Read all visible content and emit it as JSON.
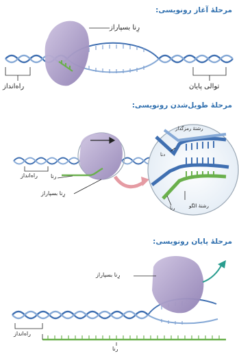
{
  "stages": [
    {
      "title": "مرحلهٔ آغاز رونویسی:",
      "labels": {
        "enzyme": "رِنا بسپاراز",
        "promoter": "راه‌انداز",
        "terminator": "توالی پایان"
      }
    },
    {
      "title": "مرحلهٔ طویل‌شدن رونویسی:",
      "labels": {
        "promoter": "راه‌انداز",
        "rna": "رنا",
        "enzyme": "رِنا بسپاراز",
        "dna": "دنا",
        "coding_strand": "رشتهٔ رمزگذار",
        "template_strand": "رشتهٔ الگو",
        "rna_zoom": "رنا"
      }
    },
    {
      "title": "مرحلهٔ پایان رونویسی:",
      "labels": {
        "enzyme": "رِنا بسپاراز",
        "promoter": "راه‌انداز",
        "rna": "رنا"
      }
    }
  ],
  "colors": {
    "title": "#2f6fae",
    "dna": "#3f6fb1",
    "enzyme": "#a99ac4",
    "rna": "#6ab04c",
    "arrow": "#2a9d8f",
    "pink_arrow": "#e59ba3"
  }
}
